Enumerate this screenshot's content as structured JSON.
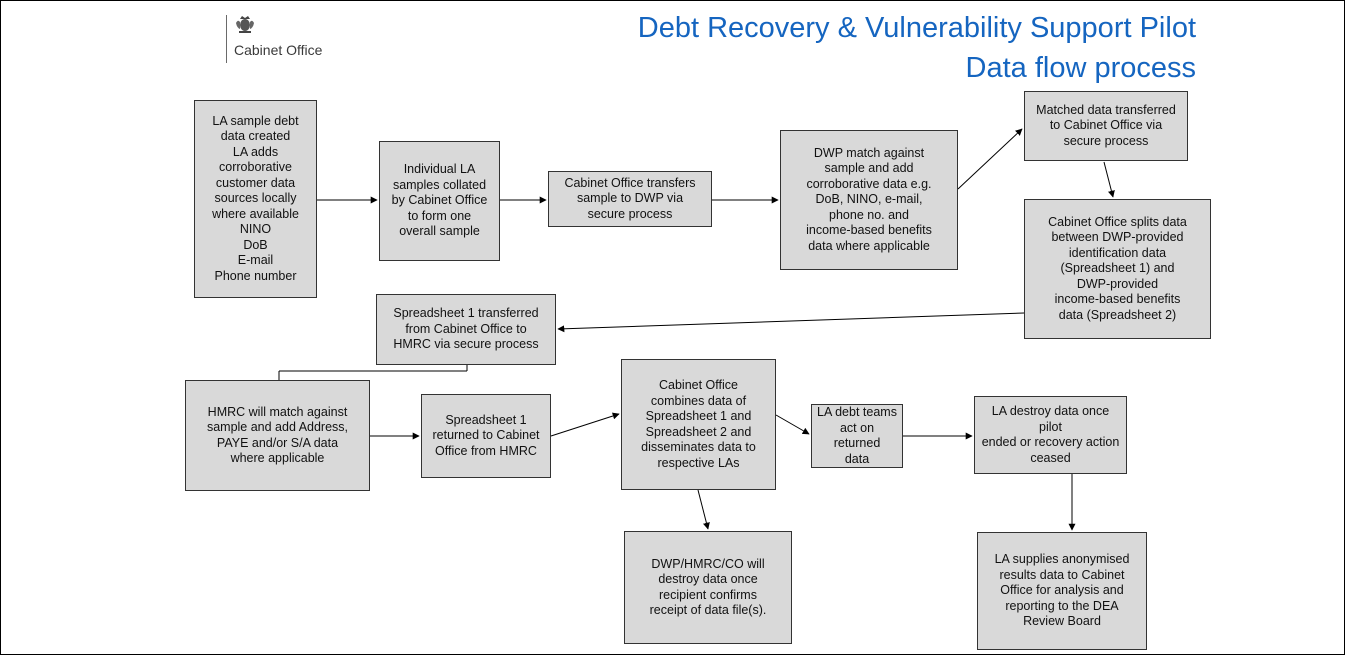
{
  "header": {
    "organisation": "Cabinet Office",
    "title": "Debt Recovery & Vulnerability Support Pilot",
    "subtitle": "Data flow process"
  },
  "icons": {
    "crest": "royal-crest-icon"
  },
  "colors": {
    "title": "#1565c0",
    "box_fill": "#d9d9d9",
    "box_border": "#333333",
    "arrow": "#000000"
  },
  "process_boxes": {
    "la_sample": "LA sample debt\ndata created\nLA adds\ncorroborative\ncustomer data\nsources locally\nwhere available\nNINO\nDoB\nE-mail\nPhone number",
    "collated": "Individual LA\nsamples collated\nby Cabinet Office\nto form one\noverall sample",
    "co_transfer": "Cabinet Office transfers\nsample  to DWP via\nsecure process",
    "dwp_match": "DWP match against\nsample and add\ncorroborative data e.g.\nDoB, NINO, e-mail,\nphone no. and\nincome-based benefits\ndata where applicable",
    "matched": "Matched data transferred\nto Cabinet Office  via\nsecure process",
    "co_splits": "Cabinet Office splits data\nbetween DWP-provided\nidentification data\n(Spreadsheet 1)  and\nDWP-provided\nincome-based benefits\ndata (Spreadsheet 2)",
    "ss1_to_hmrc": "Spreadsheet 1 transferred\nfrom Cabinet Office  to\nHMRC via secure process",
    "hmrc_match": "HMRC will match against\nsample and add Address,\nPAYE and/or S/A data\nwhere applicable",
    "ss1_returned": "Spreadsheet 1\nreturned to Cabinet\nOffice from HMRC",
    "co_combines": "Cabinet Office\ncombines data of\nSpreadsheet 1 and\nSpreadsheet 2 and\ndisseminates data to\nrespective LAs",
    "la_act": "LA debt teams\nact on returned\ndata",
    "la_destroy": "LA destroy data once pilot\nended or recovery action\nceased",
    "dwp_destroy": "DWP/HMRC/CO will\ndestroy data once\nrecipient confirms\nreceipt of data file(s).",
    "la_supplies": "LA supplies anonymised\nresults data to Cabinet\nOffice for analysis and\nreporting to the DEA\nReview Board"
  }
}
